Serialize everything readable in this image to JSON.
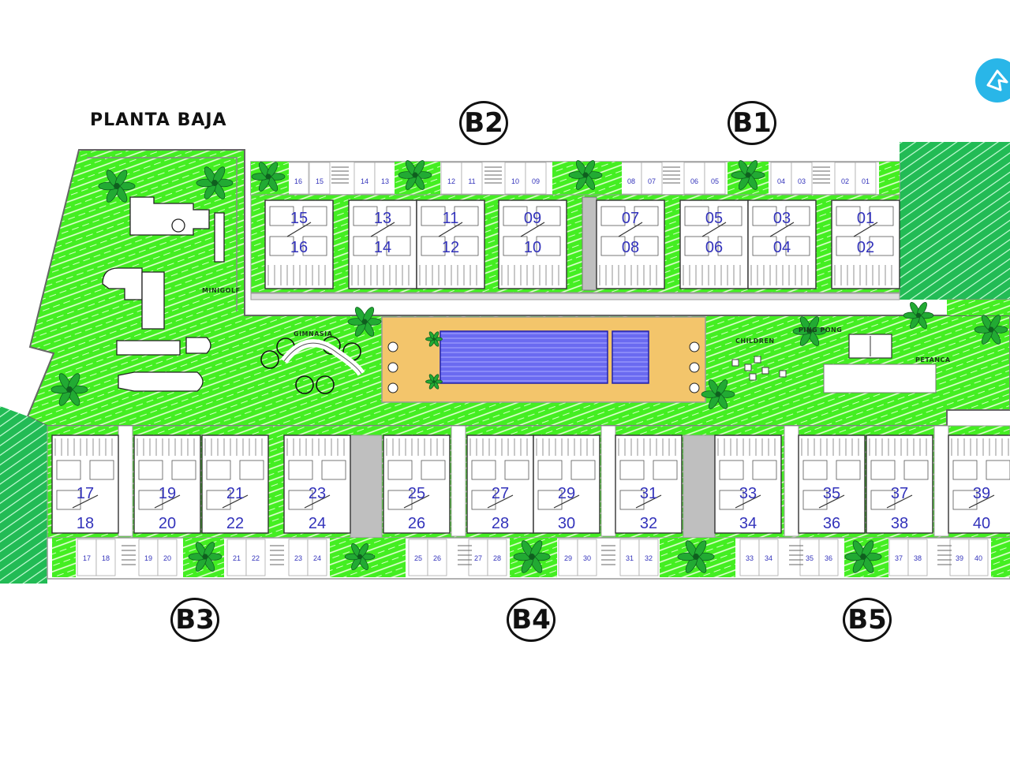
{
  "title": "PLANTA BAJA",
  "blocks": {
    "b1": "B1",
    "b2": "B2",
    "b3": "B3",
    "b4": "B4",
    "b5": "B5"
  },
  "areas": {
    "minigolf": "MINIGOLF",
    "gimnasia": "GIMNASIA",
    "children": "CHILDREN",
    "ping_pong": "PING PONG",
    "petanca": "PETANCA"
  },
  "north_parking": [
    "16",
    "15",
    "14",
    "13",
    "12",
    "11",
    "10",
    "09",
    "08",
    "07",
    "06",
    "05",
    "04",
    "03",
    "02",
    "01"
  ],
  "north_units": [
    {
      "top": "15",
      "bottom": "16"
    },
    {
      "top": "13",
      "bottom": "14"
    },
    {
      "top": "11",
      "bottom": "12"
    },
    {
      "top": "09",
      "bottom": "10"
    },
    {
      "top": "07",
      "bottom": "08"
    },
    {
      "top": "05",
      "bottom": "06"
    },
    {
      "top": "03",
      "bottom": "04"
    },
    {
      "top": "01",
      "bottom": "02"
    }
  ],
  "south_units": [
    {
      "top": "17",
      "bottom": "18"
    },
    {
      "top": "19",
      "bottom": "20"
    },
    {
      "top": "21",
      "bottom": "22"
    },
    {
      "top": "23",
      "bottom": "24"
    },
    {
      "top": "25",
      "bottom": "26"
    },
    {
      "top": "27",
      "bottom": "28"
    },
    {
      "top": "29",
      "bottom": "30"
    },
    {
      "top": "31",
      "bottom": "32"
    },
    {
      "top": "33",
      "bottom": "34"
    },
    {
      "top": "35",
      "bottom": "36"
    },
    {
      "top": "37",
      "bottom": "38"
    },
    {
      "top": "39",
      "bottom": "40"
    }
  ],
  "south_parking": [
    "17",
    "18",
    "19",
    "20",
    "21",
    "22",
    "23",
    "24",
    "25",
    "26",
    "27",
    "28",
    "29",
    "30",
    "31",
    "32",
    "33",
    "34",
    "35",
    "36",
    "37",
    "38",
    "39",
    "40"
  ],
  "colors": {
    "grass": "#44ee22",
    "grass_dark": "#22aa33",
    "pool_deck": "#f3c56b",
    "pool": "#6a6af0",
    "path_gray": "#bfbfbf",
    "unit_number": "#3333bb",
    "logo": "#29b6e8"
  },
  "icons": [
    "palm-tree-icon",
    "north-arrow-logo-icon"
  ]
}
